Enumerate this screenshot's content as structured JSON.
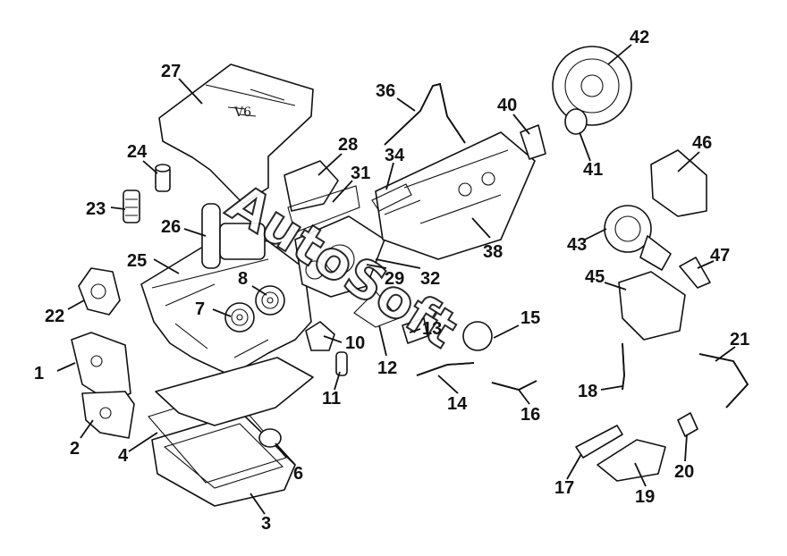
{
  "diagram": {
    "callouts": [
      "1",
      "2",
      "3",
      "4",
      "6",
      "7",
      "8",
      "10",
      "11",
      "12",
      "13",
      "14",
      "15",
      "16",
      "17",
      "18",
      "19",
      "20",
      "21",
      "22",
      "23",
      "24",
      "25",
      "26",
      "27",
      "28",
      "29",
      "31",
      "32",
      "34",
      "36",
      "38",
      "40",
      "41",
      "42",
      "43",
      "45",
      "46",
      "47"
    ],
    "watermark": "AutoSoft"
  }
}
